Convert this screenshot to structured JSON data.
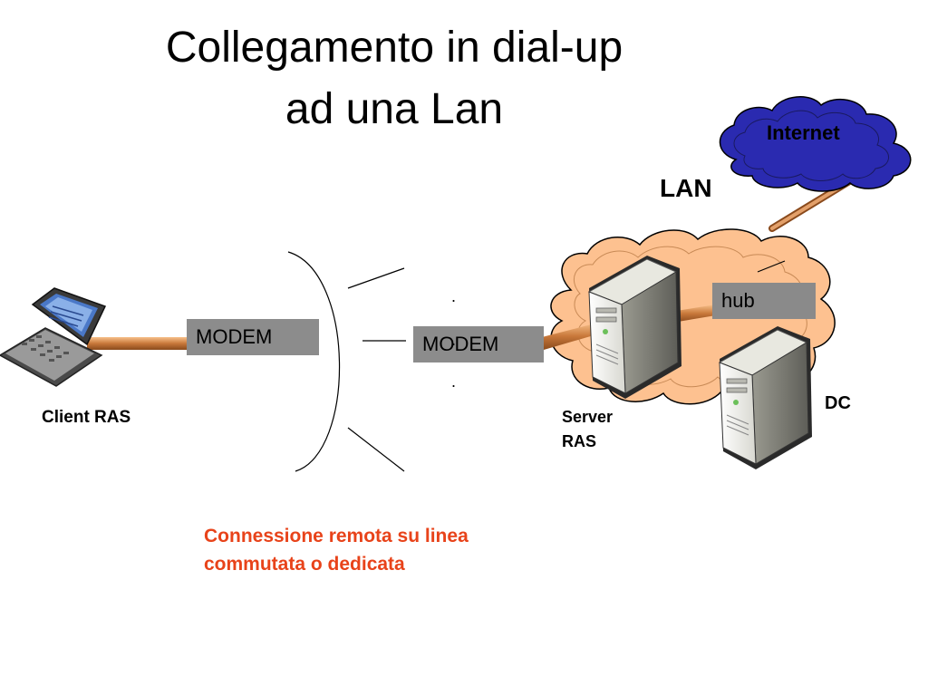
{
  "title_line1": "Collegamento in dial-up",
  "title_line2": "ad una Lan",
  "client_label": "Client RAS",
  "modem_client": "MODEM",
  "modem_server": "MODEM",
  "server_label_line1": "Server",
  "server_label_line2": "RAS",
  "hub_label": "hub",
  "dc_label": "DC",
  "lan_label": "LAN",
  "internet_label": "Internet",
  "caption_line1": "Connessione remota  su linea",
  "caption_line2": "commutata o dedicata",
  "dots": [
    ".",
    ".",
    "."
  ],
  "colors": {
    "lan_cloud": "#fdc190",
    "internet_cloud": "#2a2aa0",
    "cable": "#c8783a",
    "caption": "#e8431a",
    "modem_box": "#8c8c8c"
  },
  "icons": [
    "laptop-icon",
    "server-tower-icon",
    "cloud-icon"
  ]
}
